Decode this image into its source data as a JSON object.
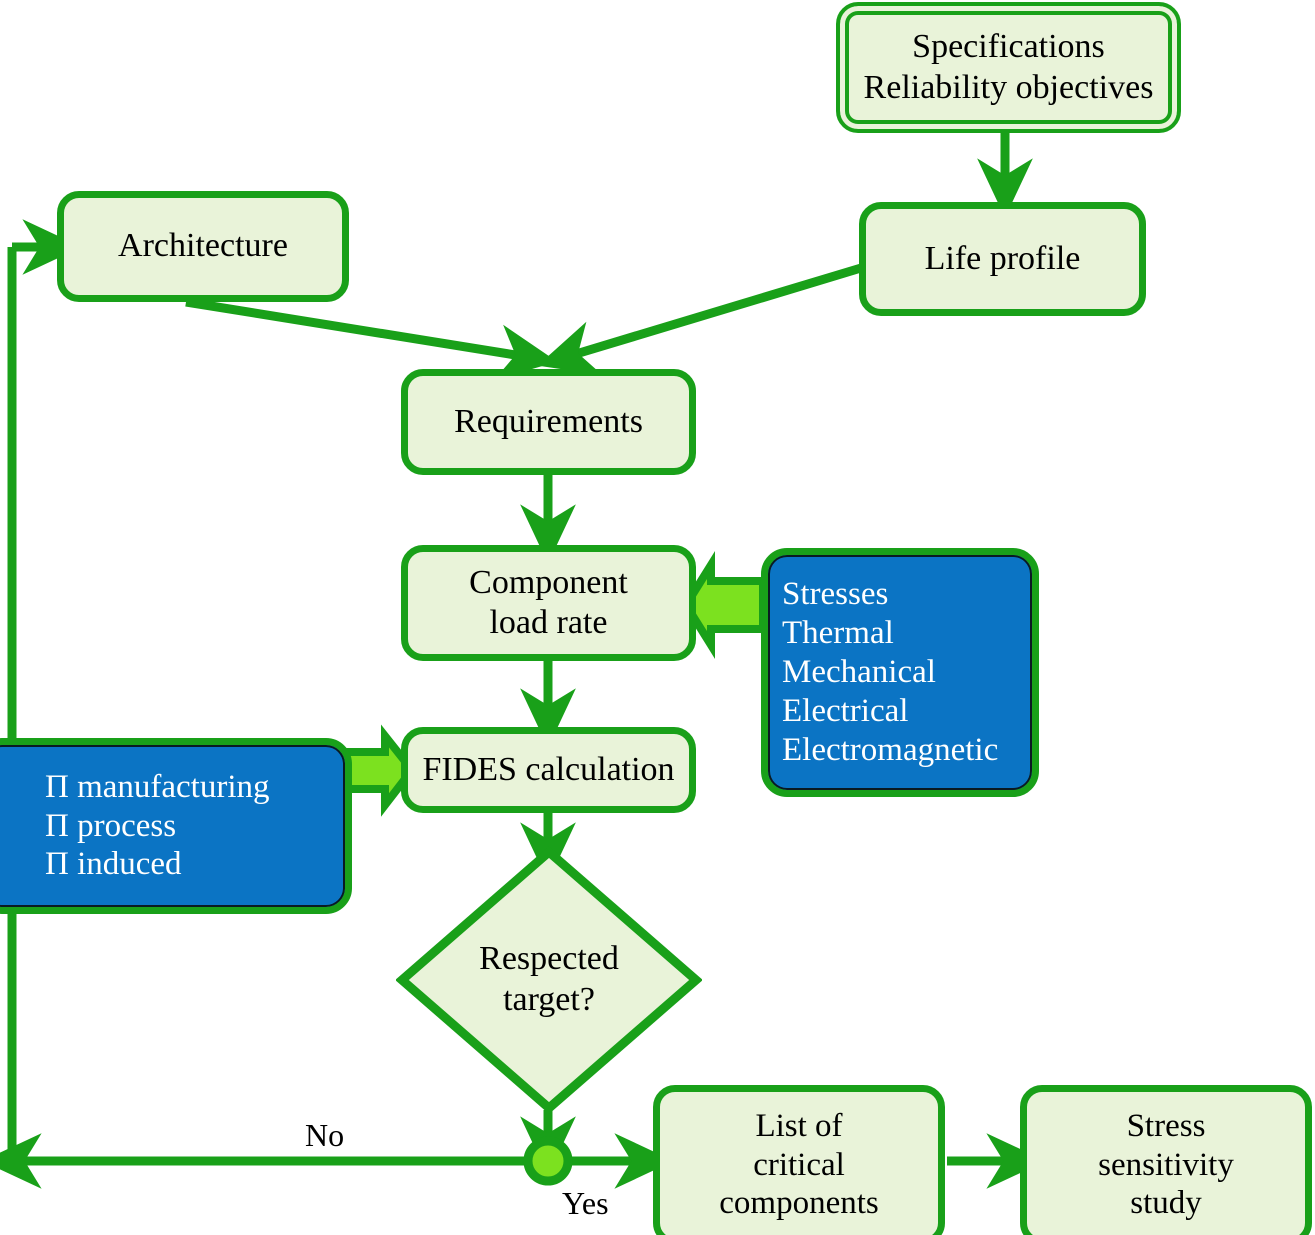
{
  "diagram": {
    "title": "FIDES reliability prediction process flowchart",
    "colors": {
      "edge_green": "#19A019",
      "node_fill": "#E9F3D9",
      "node_border": "#19A019",
      "data_fill": "#0B74C4",
      "data_text": "#FFFFFF",
      "block_arrow_fill": "#7CE11F",
      "junction_fill": "#7CE11F"
    },
    "nodes": {
      "specifications": {
        "line1": "Specifications",
        "line2": "Reliability objectives",
        "shape": "double-rounded-rectangle"
      },
      "life_profile": {
        "label": "Life profile",
        "shape": "rounded-rectangle"
      },
      "architecture": {
        "label": "Architecture",
        "shape": "rounded-rectangle"
      },
      "requirements": {
        "label": "Requirements",
        "shape": "rounded-rectangle"
      },
      "component_load_rate": {
        "line1": "Component",
        "line2": "load rate",
        "shape": "rounded-rectangle"
      },
      "fides_calculation": {
        "label": "FIDES calculation",
        "shape": "rounded-rectangle"
      },
      "stresses": {
        "lines": [
          "Stresses",
          "Thermal",
          "Mechanical",
          "Electrical",
          "Electromagnetic"
        ],
        "shape": "rounded-rectangle-data"
      },
      "pi_factors": {
        "lines": [
          "Π manufacturing",
          "Π process",
          "Π induced"
        ],
        "shape": "rounded-rectangle-data"
      },
      "respected_target": {
        "line1": "Respected",
        "line2": "target?",
        "shape": "diamond"
      },
      "list_critical_components": {
        "line1": "List of",
        "line2": "critical",
        "line3": "components",
        "shape": "rounded-rectangle"
      },
      "stress_sensitivity_study": {
        "line1": "Stress",
        "line2": "sensitivity",
        "line3": "study",
        "shape": "rounded-rectangle"
      }
    },
    "edge_labels": {
      "no": "No",
      "yes": "Yes"
    },
    "junction": {
      "name": "decision-junction-node"
    }
  }
}
